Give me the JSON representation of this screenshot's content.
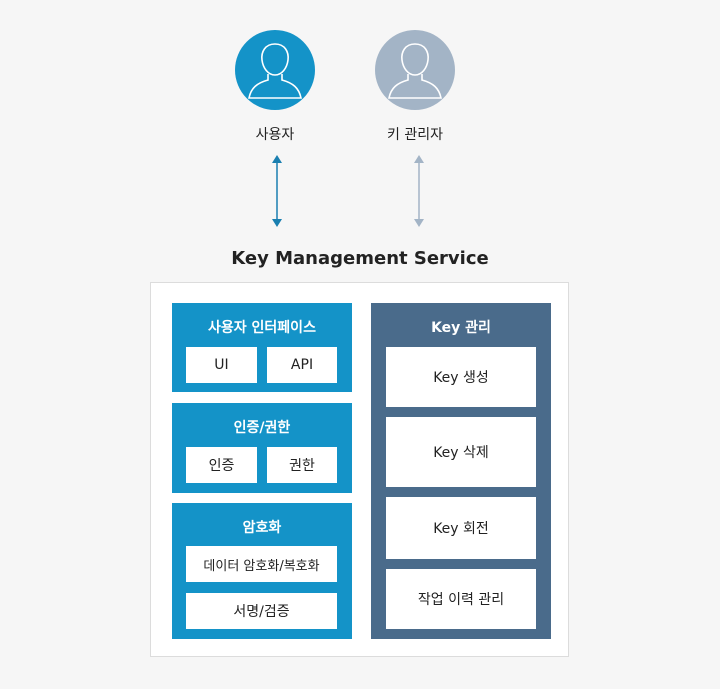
{
  "actors": {
    "user": {
      "label": "사용자",
      "color": "#1493c8"
    },
    "key_admin": {
      "label": "키 관리자",
      "color": "#a3b4c6"
    }
  },
  "service": {
    "title": "Key Management Service",
    "ui_panel": {
      "title": "사용자 인터페이스",
      "items": [
        "UI",
        "API"
      ]
    },
    "auth_panel": {
      "title": "인증/권한",
      "items": [
        "인증",
        "권한"
      ]
    },
    "crypto_panel": {
      "title": "암호화",
      "items": [
        "데이터 암호화/복호화",
        "서명/검증"
      ]
    },
    "key_panel": {
      "title": "Key 관리",
      "items": [
        "Key 생성",
        "Key 삭제",
        "Key 회전",
        "작업 이력 관리"
      ]
    }
  },
  "colors": {
    "panel_blue": "#1493c8",
    "panel_slate": "#4a6b8b",
    "arrow_user": "#1a7fb0",
    "arrow_admin": "#a3b4c6"
  }
}
